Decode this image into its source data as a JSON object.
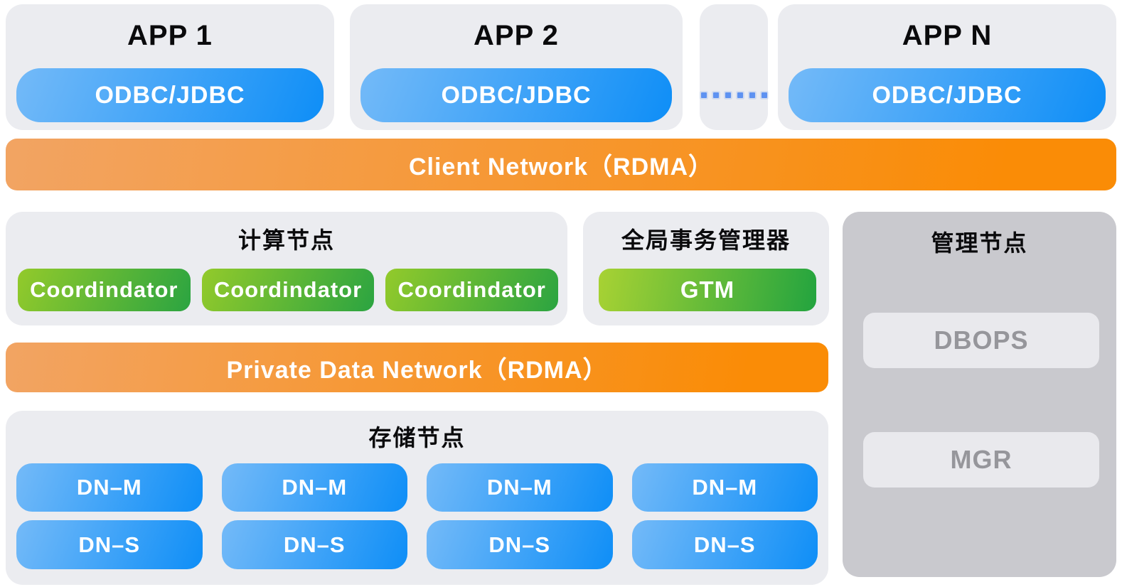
{
  "apps": [
    {
      "title": "APP 1",
      "connector": "ODBC/JDBC"
    },
    {
      "title": "APP 2",
      "connector": "ODBC/JDBC"
    },
    {
      "title": "APP N",
      "connector": "ODBC/JDBC"
    }
  ],
  "ellipsis": {
    "dot_count": 6
  },
  "client_network": {
    "label": "Client Network（RDMA）"
  },
  "compute": {
    "title": "计算节点",
    "nodes": [
      "Coordindator",
      "Coordindator",
      "Coordindator"
    ]
  },
  "gtm": {
    "title": "全局事务管理器",
    "node": "GTM"
  },
  "management": {
    "title": "管理节点",
    "nodes": [
      "DBOPS",
      "MGR"
    ]
  },
  "private_network": {
    "label": "Private Data Network（RDMA）"
  },
  "storage": {
    "title": "存储节点",
    "columns": [
      {
        "master": "DN–M",
        "standby": "DN–S"
      },
      {
        "master": "DN–M",
        "standby": "DN–S"
      },
      {
        "master": "DN–M",
        "standby": "DN–S"
      },
      {
        "master": "DN–M",
        "standby": "DN–S"
      }
    ]
  },
  "colors": {
    "app_panel_bg": "#ebecf0",
    "management_bg": "#c9c9ce",
    "management_chip_bg": "#e9e9ed",
    "management_chip_text": "#96969b",
    "blue_gradient_start": "#74baf8",
    "blue_gradient_end": "#0e8ef7",
    "green_gradient_start": "#93ca2b",
    "green_gradient_end": "#2ba441",
    "gtm_gradient_start": "#a8d233",
    "gtm_gradient_end": "#23a43f",
    "orange_gradient_start": "#f2a463",
    "orange_gradient_end": "#fa8c06",
    "ellipsis_dot_blue": "#5e92f1",
    "title_text": "#0a0a0c",
    "button_text": "#ffffff"
  }
}
